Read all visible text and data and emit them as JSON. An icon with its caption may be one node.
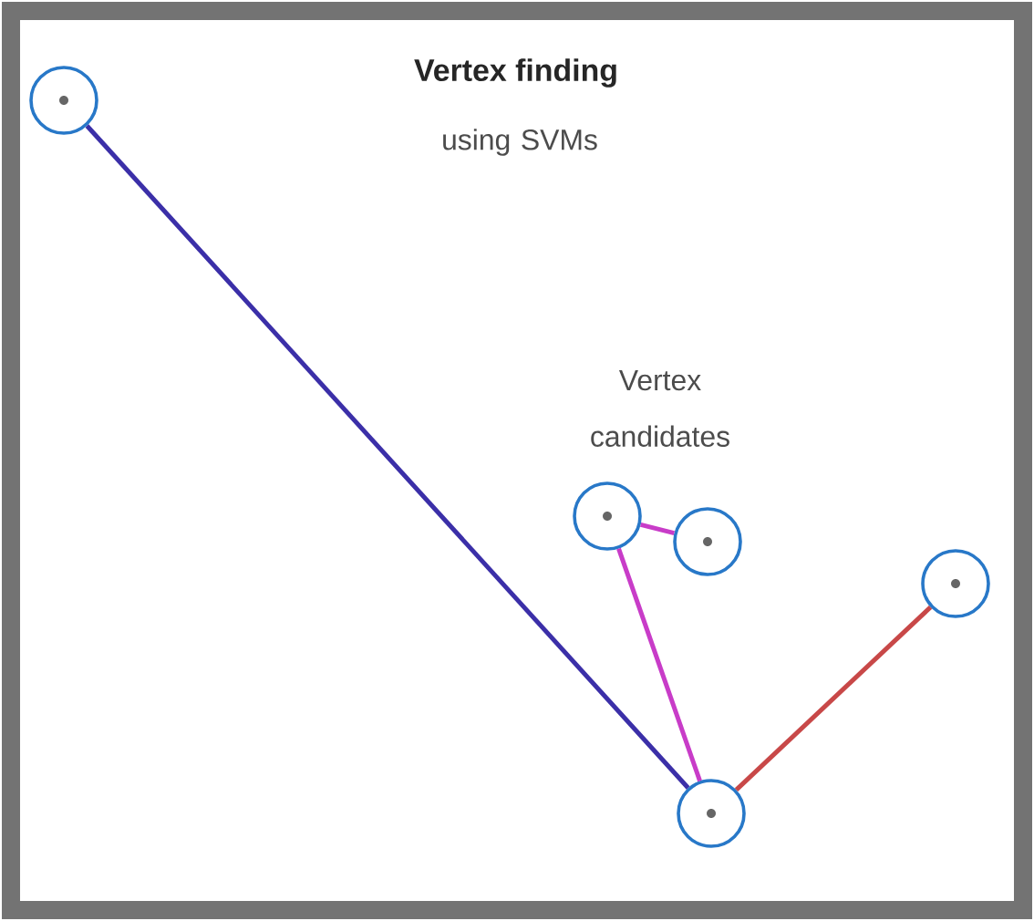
{
  "diagram": {
    "title": "Vertex finding",
    "nodes": [
      {
        "text": [],
        "shape": "circle"
      },
      {
        "text": [],
        "shape": "circle"
      },
      {
        "text": [],
        "shape": "circle"
      },
      {
        "text": [],
        "shape": "circle"
      },
      {
        "text": [],
        "shape": "circle"
      }
    ],
    "edges": [
      {
        "from": 0,
        "to": 4,
        "arrow": "none",
        "color": "#3b2fa8"
      },
      {
        "from": 1,
        "to": 2,
        "arrow": "none",
        "color": "#c83cc8"
      },
      {
        "from": 1,
        "to": 4,
        "arrow": "none",
        "color": "#c83cc8"
      },
      {
        "from": 3,
        "to": 4,
        "arrow": "none",
        "color": "#c84848"
      }
    ],
    "labels": [
      "using SVMs",
      "Vertex candidates"
    ]
  }
}
